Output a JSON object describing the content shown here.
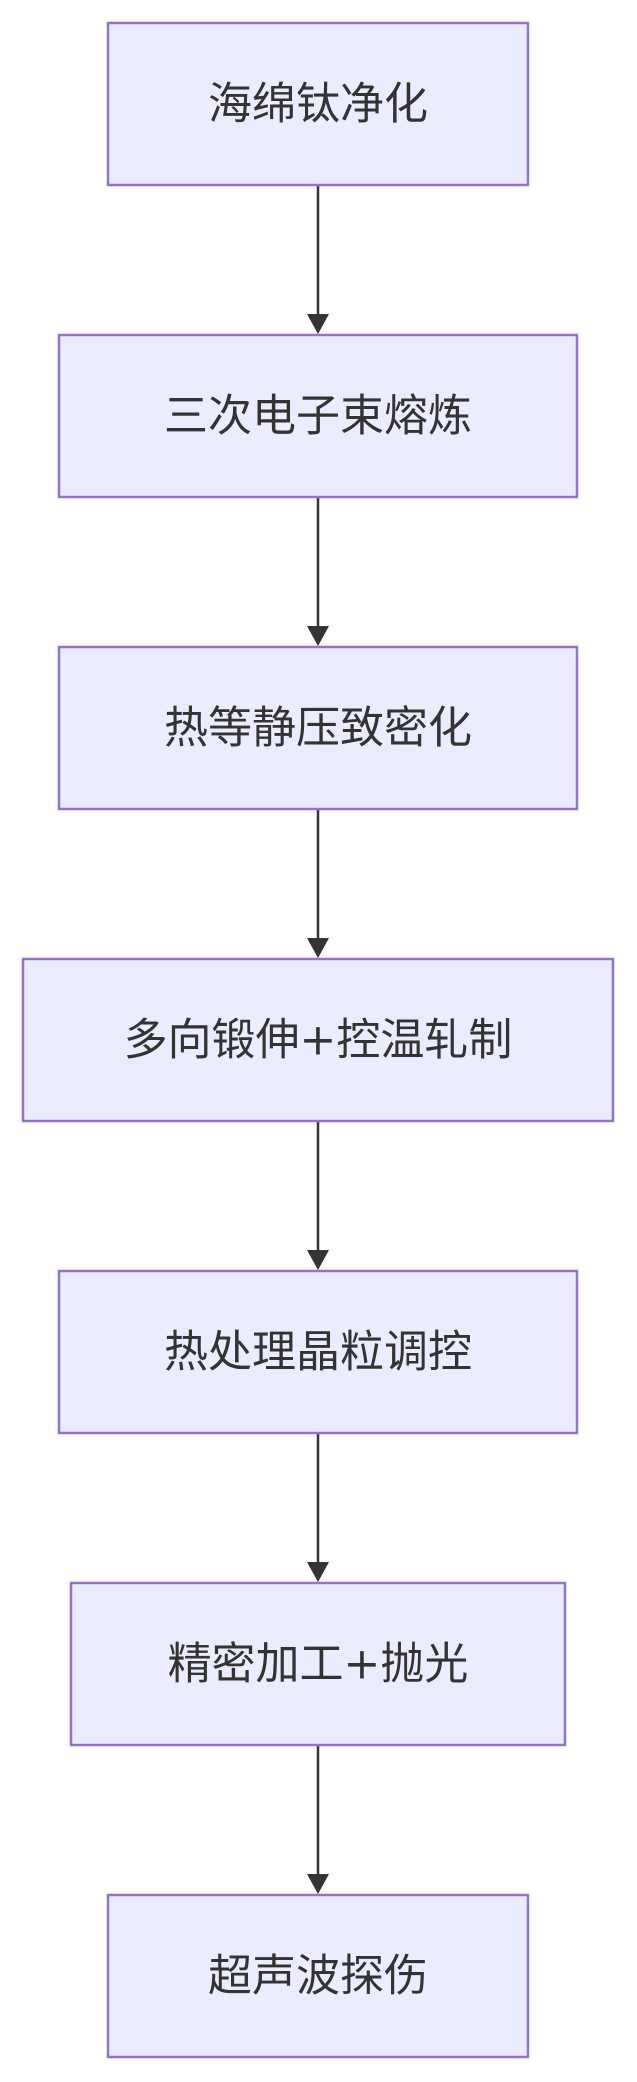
{
  "flowchart": {
    "nodes": [
      {
        "id": "n1",
        "label": "海绵钛净化"
      },
      {
        "id": "n2",
        "label": "三次电子束熔炼"
      },
      {
        "id": "n3",
        "label": "热等静压致密化"
      },
      {
        "id": "n4",
        "label": "多向锻伸+控温轧制"
      },
      {
        "id": "n5",
        "label": "热处理晶粒调控"
      },
      {
        "id": "n6",
        "label": "精密加工+抛光"
      },
      {
        "id": "n7",
        "label": "超声波探伤"
      }
    ],
    "edges": [
      {
        "from": "n1",
        "to": "n2"
      },
      {
        "from": "n2",
        "to": "n3"
      },
      {
        "from": "n3",
        "to": "n4"
      },
      {
        "from": "n4",
        "to": "n5"
      },
      {
        "from": "n5",
        "to": "n6"
      },
      {
        "from": "n6",
        "to": "n7"
      }
    ],
    "colors": {
      "node_fill": "#ececff",
      "node_stroke": "#9370db",
      "text": "#333333",
      "edge": "#333333"
    }
  }
}
